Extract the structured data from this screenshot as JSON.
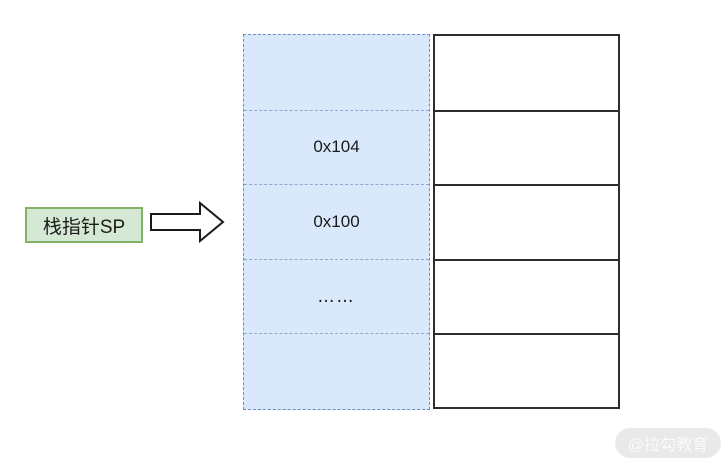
{
  "diagram": {
    "title_hint": "stack-pointer-diagram",
    "pointer_label": "栈指针SP",
    "arrow": {
      "direction": "right",
      "style": "block-outline"
    },
    "stack_column": {
      "rows": [
        {
          "label": ""
        },
        {
          "label": "0x104"
        },
        {
          "label": "0x100"
        },
        {
          "label": "……"
        },
        {
          "label": ""
        }
      ],
      "pointed_row_index": 2
    },
    "memory_column": {
      "rows": [
        {
          "label": ""
        },
        {
          "label": ""
        },
        {
          "label": ""
        },
        {
          "label": ""
        },
        {
          "label": ""
        }
      ]
    },
    "watermark": "@拉勾教育",
    "colors": {
      "stack_fill": "#dae8fc",
      "stack_border": "#6c8ebf",
      "label_fill": "#d5e8d4",
      "label_border": "#82b366",
      "memory_border": "#2d2d2d",
      "arrow_stroke": "#1a1a1a",
      "watermark_bg": "#e9e9e9",
      "watermark_text": "#fafafa"
    }
  }
}
